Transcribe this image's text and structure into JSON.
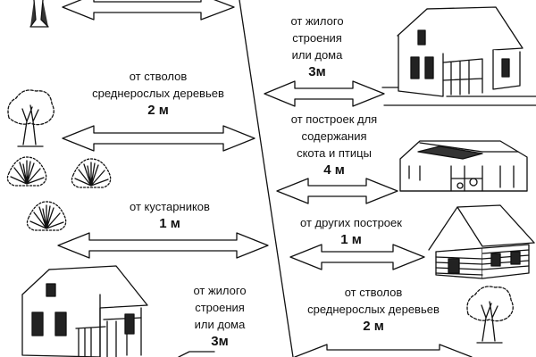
{
  "left_column": {
    "trunks": {
      "lines": [
        "от стволов",
        "среднерослых деревьев"
      ],
      "value": "2 м"
    },
    "shrubs": {
      "lines": [
        "от кустарников"
      ],
      "value": "1 м"
    },
    "house": {
      "lines": [
        "от жилого",
        "строения",
        "или дома"
      ],
      "value": "3м"
    }
  },
  "right_column": {
    "house": {
      "lines": [
        "от жилого",
        "строения",
        "или дома"
      ],
      "value": "3м"
    },
    "livestock": {
      "lines": [
        "от построек для",
        "содержания",
        "скота и птицы"
      ],
      "value": "4 м"
    },
    "other": {
      "lines": [
        "от других построек"
      ],
      "value": "1 м"
    },
    "trunks": {
      "lines": [
        "от стволов",
        "среднерослых деревьев"
      ],
      "value": "2 м"
    }
  },
  "colors": {
    "ink": "#111111",
    "arrow_fill": "#ffffff",
    "background": "#ffffff"
  }
}
